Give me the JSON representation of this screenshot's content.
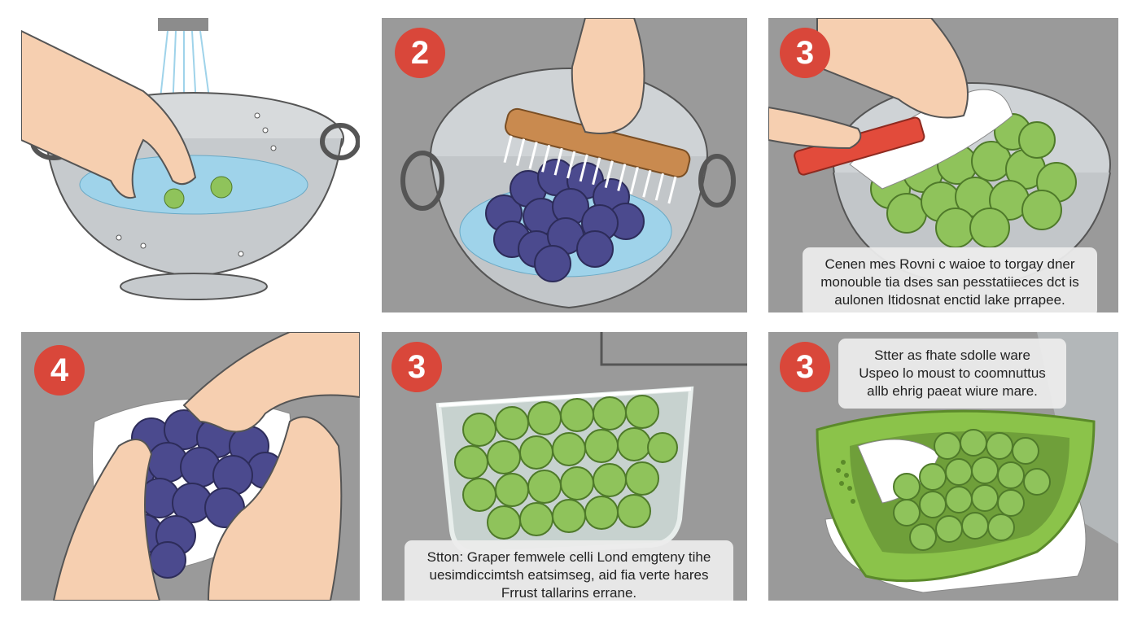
{
  "panels": [
    {
      "id": "p1",
      "badge": ""
    },
    {
      "id": "p2",
      "badge": "2"
    },
    {
      "id": "p3",
      "badge": "3",
      "caption": [
        "Cenen mes Rovni c waioe to torgay dner",
        "monouble tia dses san pesstatiieces dct is",
        "aulonen Itidosnat enctid lake prrapee."
      ]
    },
    {
      "id": "p4",
      "badge": "4"
    },
    {
      "id": "p5",
      "badge": "3",
      "caption": [
        "Stton: Graper femwele celli Lond emgteny tihe",
        "uesimdiccimtsh eatsimseg, aid fia verte hares",
        "Frrust tallarins errane."
      ]
    },
    {
      "id": "p6",
      "badge": "3",
      "caption": [
        "Stter as fhate sdolle ware",
        "Uspeo lo moust to coomnuttus",
        "allb ehrig paeat wiure mare."
      ]
    }
  ],
  "colors": {
    "badge": "#d9473a",
    "panel_background": "#9a9a9a",
    "water": "#9fd3ea",
    "green_grape": "#8fc35b",
    "purple_grape": "#4b4a8e",
    "skin": "#f6cfb0",
    "steel": "#cfd3d6",
    "brush_wood": "#c98a4f",
    "brush_red": "#e24b3b",
    "basket_green": "#8bc34a"
  },
  "icons": [
    "hand-illustration",
    "colander-illustration",
    "grapes-illustration",
    "brush-illustration",
    "container-illustration",
    "basket-illustration"
  ]
}
